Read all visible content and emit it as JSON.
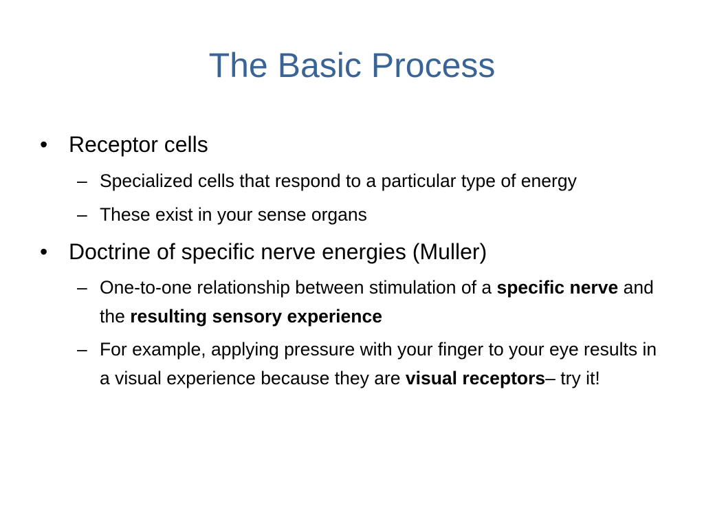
{
  "slide": {
    "title": "The Basic Process",
    "bullets": [
      {
        "marker": "•",
        "text": "Receptor cells",
        "subs": [
          {
            "marker": "–",
            "parts": [
              "Specialized cells that respond to a particular type of energy"
            ]
          },
          {
            "marker": "–",
            "parts": [
              "These exist in your sense organs"
            ]
          }
        ]
      },
      {
        "marker": "•",
        "text": "Doctrine of specific nerve energies (Muller)",
        "subs": [
          {
            "marker": "–",
            "parts": [
              "One-to-one relationship between stimulation of a ",
              "specific nerve",
              " and the ",
              "resulting sensory experience"
            ]
          },
          {
            "marker": "–",
            "parts": [
              "For example, applying pressure with your finger to your eye results in a visual experience because they are ",
              "visual receptors",
              "– try it!"
            ]
          }
        ]
      }
    ]
  }
}
